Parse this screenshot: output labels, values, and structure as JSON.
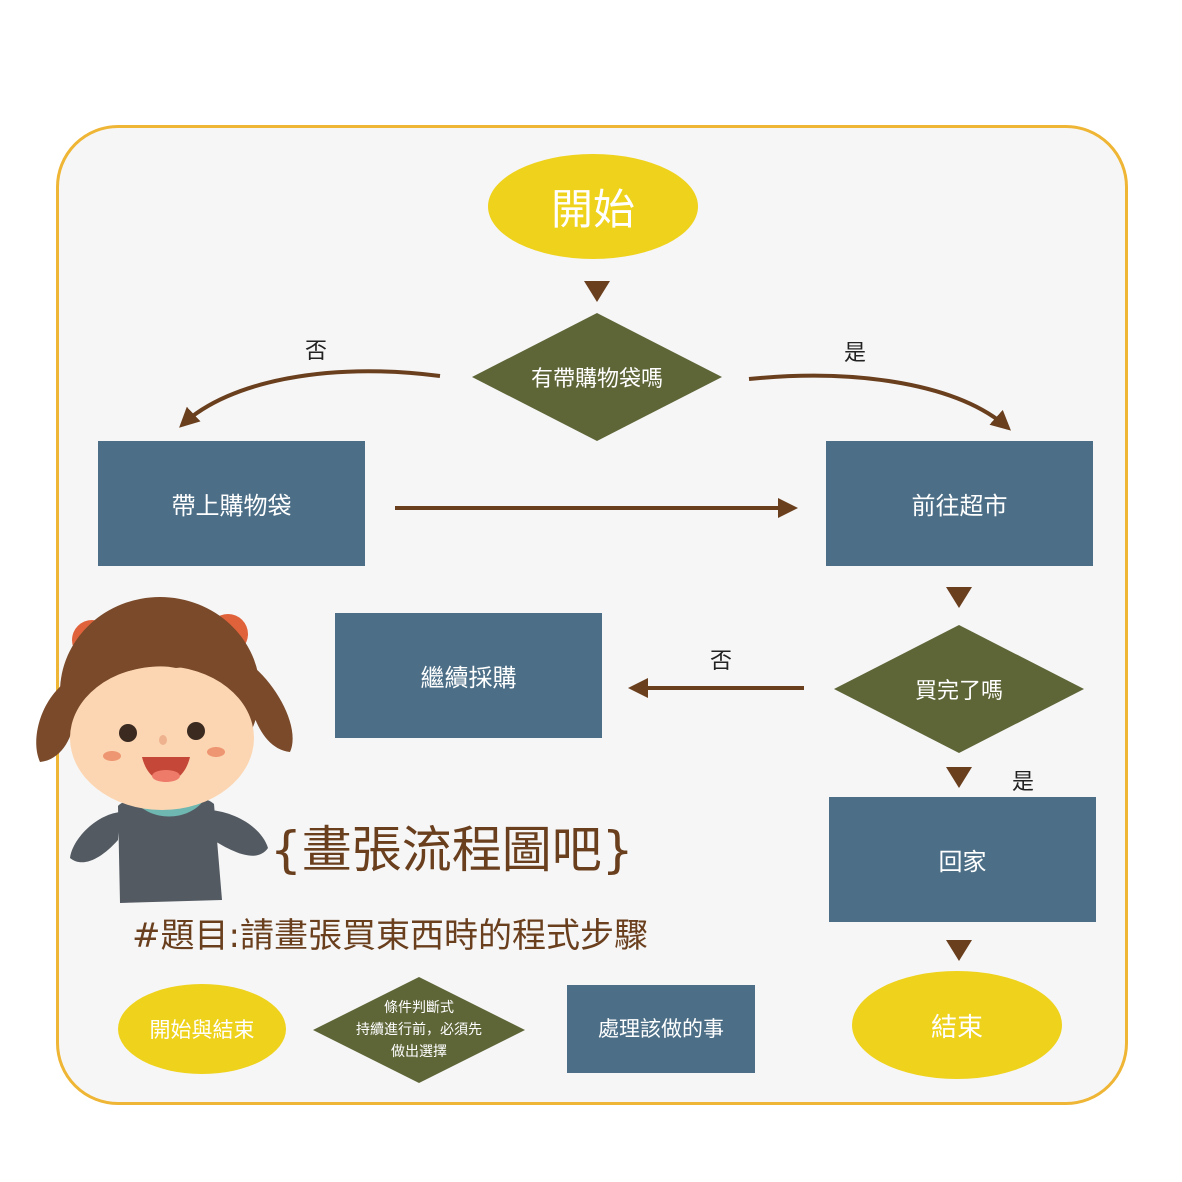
{
  "nodes": {
    "start": "開始",
    "q_bag": "有帶購物袋嗎",
    "bring_bag": "帶上購物袋",
    "go_market": "前往超市",
    "q_done": "買完了嗎",
    "keep_buying": "繼續採購",
    "go_home": "回家",
    "end": "結束"
  },
  "edges": {
    "no1": "否",
    "yes1": "是",
    "no2": "否",
    "yes2": "是"
  },
  "title": "{畫張流程圖吧}",
  "subtitle": "#題目:請畫張買東西時的程式步驟",
  "legend": {
    "terminal": "開始與結束",
    "decision_line1": "條件判斷式",
    "decision_line2": "持續進行前，必須先",
    "decision_line3": "做出選擇",
    "process": "處理該做的事"
  },
  "colors": {
    "terminal": "#efd21c",
    "decision": "#5e6638",
    "process": "#4c6f87",
    "arrow": "#6a3f1e",
    "border": "#efb534"
  },
  "illustration": "girl-character"
}
